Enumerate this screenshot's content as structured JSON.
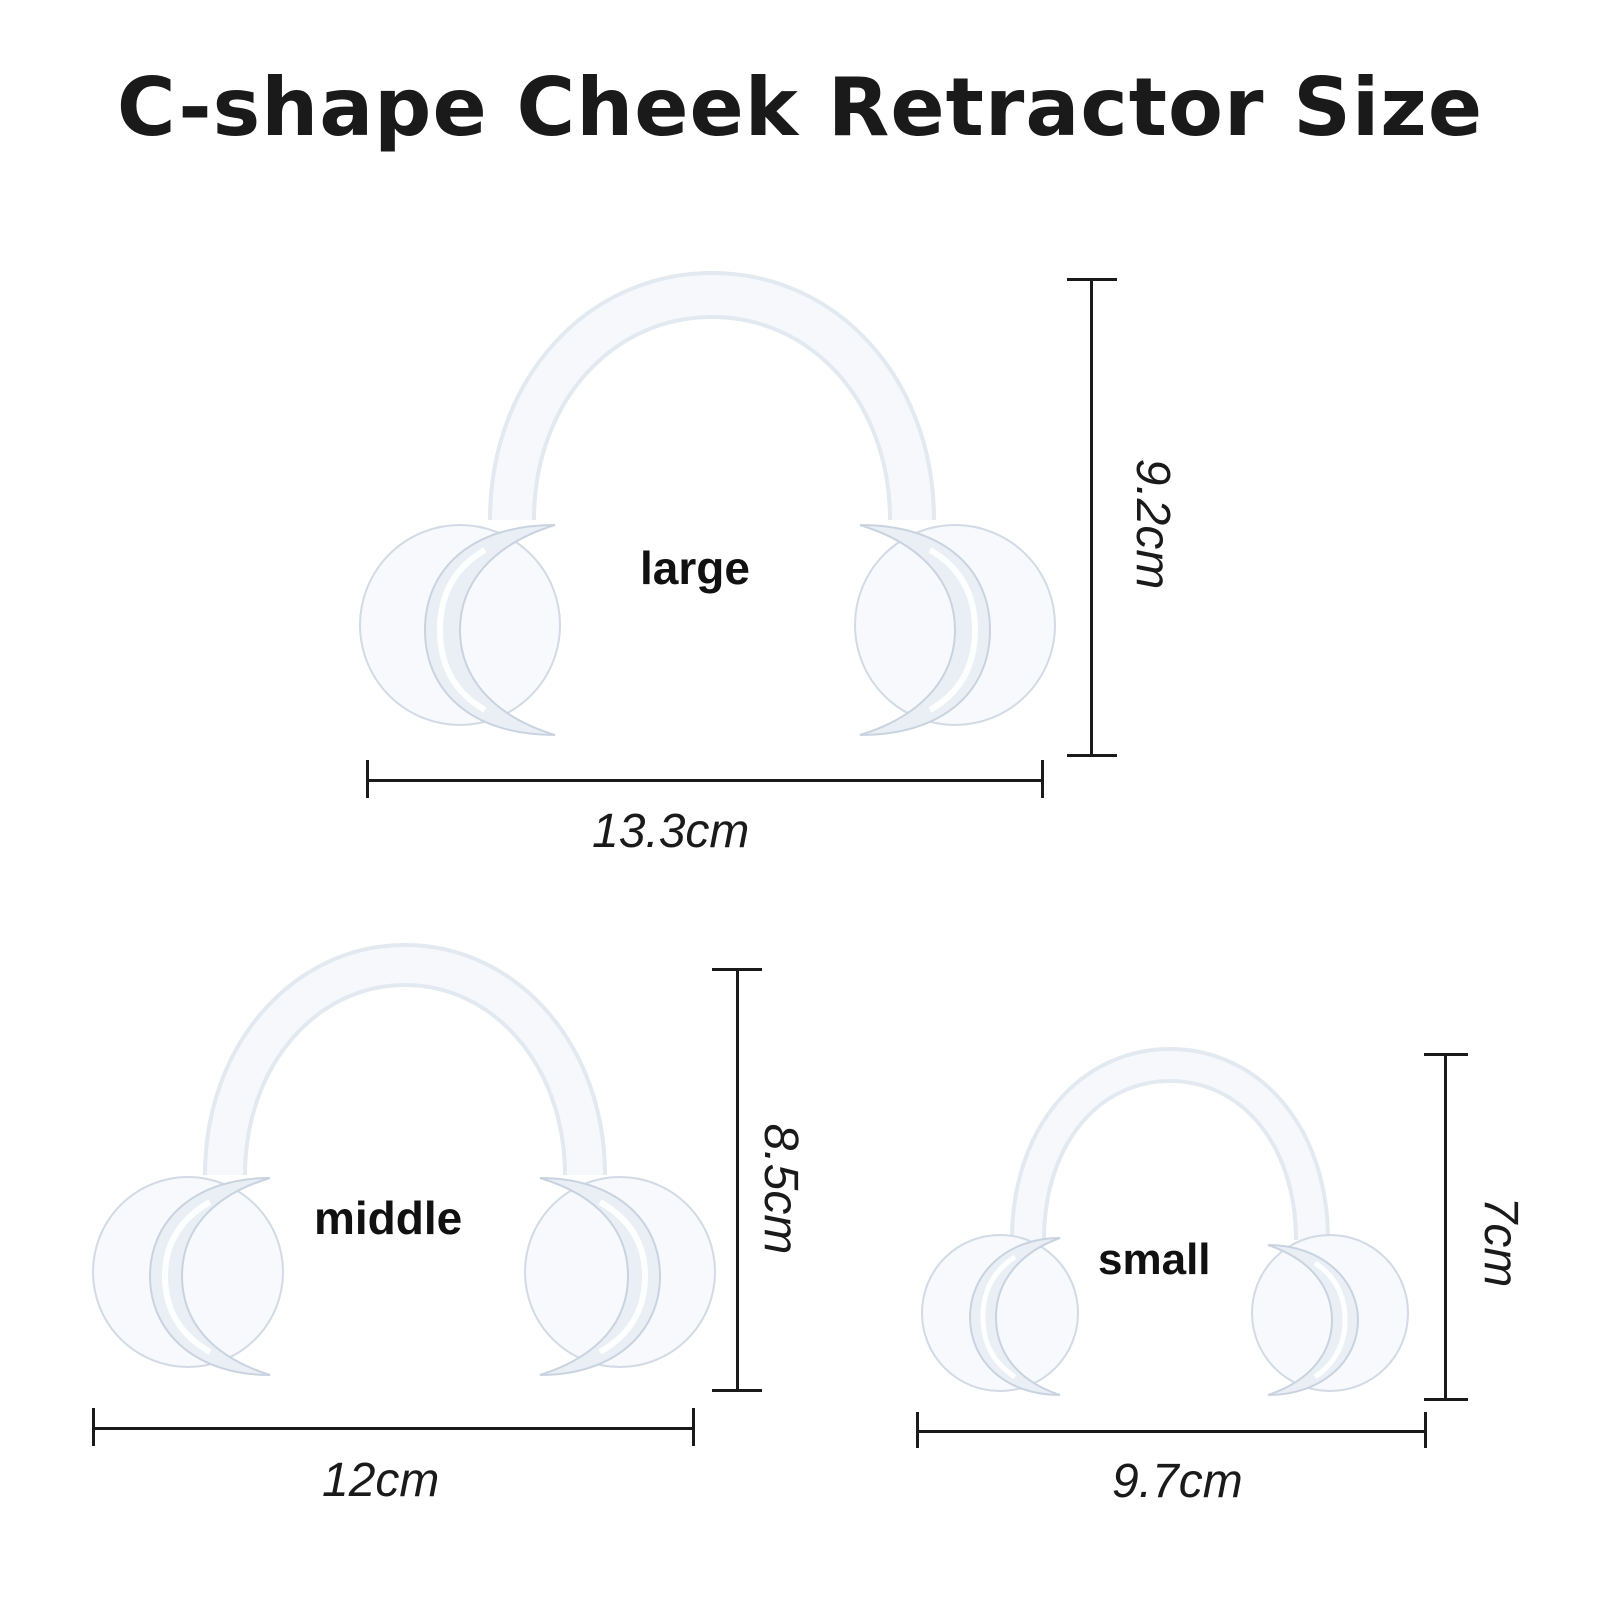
{
  "title": "C-shape Cheek Retractor Size",
  "products": [
    {
      "label": "large",
      "width": "13.3cm",
      "height": "9.2cm"
    },
    {
      "label": "middle",
      "width": "12cm",
      "height": "8.5cm"
    },
    {
      "label": "small",
      "width": "9.7cm",
      "height": "7cm"
    }
  ],
  "colors": {
    "background": "#ffffff",
    "text": "#1a1a1a",
    "retractor_edge": "#c9d3e0"
  }
}
